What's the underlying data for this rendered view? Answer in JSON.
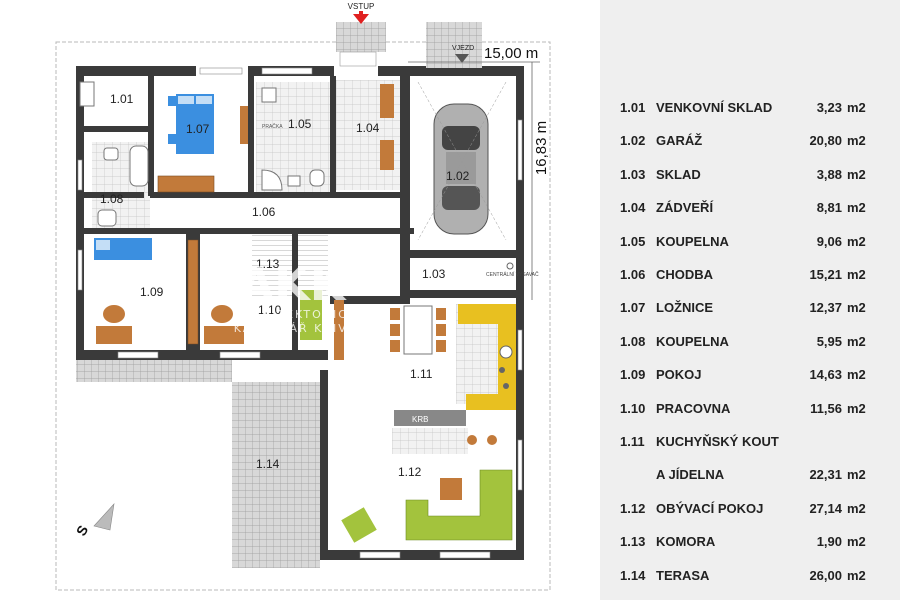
{
  "plan": {
    "entrance_label": "VSTUP",
    "drive_label": "VJEZD",
    "width_dim": "15,00 m",
    "depth_dim": "16,83 m",
    "north_letter": "S",
    "watermark": {
      "logo": "AKK",
      "line1": "ARCHITEKTONICKÁ",
      "line2": "KANCELÁŘ KŘIVKA"
    },
    "small_labels": {
      "bath": "PRAČKA",
      "kitchen_fire": "KRB",
      "central_vac": "CENTRÁLNÍ VYSAVAČ"
    },
    "room_labels": [
      "1.01",
      "1.02",
      "1.03",
      "1.04",
      "1.05",
      "1.06",
      "1.07",
      "1.08",
      "1.09",
      "1.10",
      "1.11",
      "1.12",
      "1.13",
      "1.14"
    ]
  },
  "legend": {
    "unit": "m2",
    "rooms": [
      {
        "num": "1.01",
        "name": "VENKOVNÍ SKLAD",
        "area": "3,23"
      },
      {
        "num": "1.02",
        "name": "GARÁŽ",
        "area": "20,80"
      },
      {
        "num": "1.03",
        "name": "SKLAD",
        "area": "3,88"
      },
      {
        "num": "1.04",
        "name": "ZÁDVEŘÍ",
        "area": "8,81"
      },
      {
        "num": "1.05",
        "name": "KOUPELNA",
        "area": "9,06"
      },
      {
        "num": "1.06",
        "name": "CHODBA",
        "area": "15,21"
      },
      {
        "num": "1.07",
        "name": "LOŽNICE",
        "area": "12,37"
      },
      {
        "num": "1.08",
        "name": "KOUPELNA",
        "area": "5,95"
      },
      {
        "num": "1.09",
        "name": "POKOJ",
        "area": "14,63"
      },
      {
        "num": "1.10",
        "name": "PRACOVNA",
        "area": "11,56"
      },
      {
        "num": "1.11",
        "name": "KUCHYŇSKÝ KOUT",
        "area": ""
      },
      {
        "num": "",
        "name": "A JÍDELNA",
        "area": "22,31"
      },
      {
        "num": "1.12",
        "name": "OBÝVACÍ POKOJ",
        "area": "27,14"
      },
      {
        "num": "1.13",
        "name": "KOMORA",
        "area": "1,90"
      },
      {
        "num": "1.14",
        "name": "TERASA",
        "area": "26,00"
      }
    ]
  },
  "colors": {
    "wall": "#3a3a3a",
    "bed": "#3b8fe0",
    "wood": "#c27a3a",
    "sofa": "#a3c33d",
    "kitchen": "#e8c020",
    "legend_bg": "#efefef",
    "arrow": "#e02020"
  }
}
